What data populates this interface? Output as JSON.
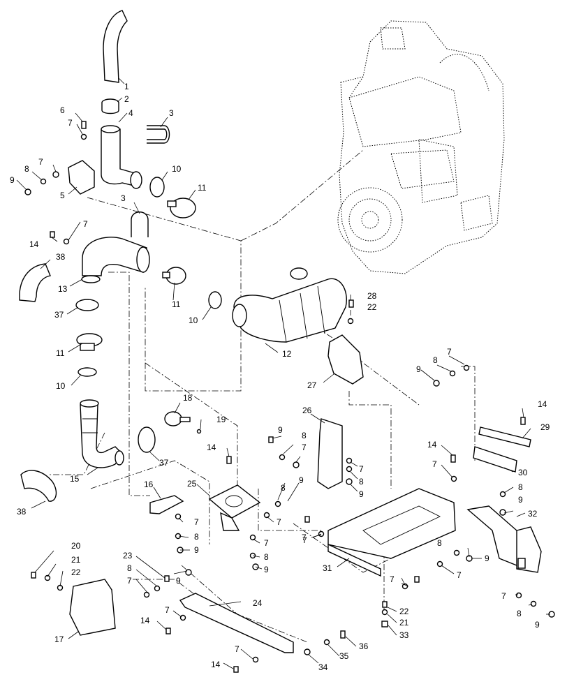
{
  "diagram": {
    "type": "exploded parts diagram",
    "callouts": [
      {
        "id": "c1",
        "text": "1"
      },
      {
        "id": "c2",
        "text": "2"
      },
      {
        "id": "c3a",
        "text": "3"
      },
      {
        "id": "c4",
        "text": "4"
      },
      {
        "id": "c6",
        "text": "6"
      },
      {
        "id": "c7a",
        "text": "7"
      },
      {
        "id": "c7b",
        "text": "7"
      },
      {
        "id": "c8a",
        "text": "8"
      },
      {
        "id": "c9a",
        "text": "9"
      },
      {
        "id": "c5",
        "text": "5"
      },
      {
        "id": "c10a",
        "text": "10"
      },
      {
        "id": "c11a",
        "text": "11"
      },
      {
        "id": "c3b",
        "text": "3"
      },
      {
        "id": "c14a",
        "text": "14"
      },
      {
        "id": "c7c",
        "text": "7"
      },
      {
        "id": "c38a",
        "text": "38"
      },
      {
        "id": "c13",
        "text": "13"
      },
      {
        "id": "c37a",
        "text": "37"
      },
      {
        "id": "c11b",
        "text": "11"
      },
      {
        "id": "c10b",
        "text": "10"
      },
      {
        "id": "c11c",
        "text": "11"
      },
      {
        "id": "c10c",
        "text": "10"
      },
      {
        "id": "c12",
        "text": "12"
      },
      {
        "id": "c28",
        "text": "28"
      },
      {
        "id": "c22a",
        "text": "22"
      },
      {
        "id": "c27",
        "text": "27"
      },
      {
        "id": "c7d",
        "text": "7"
      },
      {
        "id": "c8b",
        "text": "8"
      },
      {
        "id": "c9b",
        "text": "9"
      },
      {
        "id": "c18",
        "text": "18"
      },
      {
        "id": "c19",
        "text": "19"
      },
      {
        "id": "c37b",
        "text": "37"
      },
      {
        "id": "c15",
        "text": "15"
      },
      {
        "id": "c38b",
        "text": "38"
      },
      {
        "id": "c26",
        "text": "26"
      },
      {
        "id": "c9c",
        "text": "9"
      },
      {
        "id": "c8c",
        "text": "8"
      },
      {
        "id": "c7e",
        "text": "7"
      },
      {
        "id": "c7f",
        "text": "7"
      },
      {
        "id": "c8d",
        "text": "8"
      },
      {
        "id": "c9d",
        "text": "9"
      },
      {
        "id": "c14b",
        "text": "14"
      },
      {
        "id": "c29",
        "text": "29"
      },
      {
        "id": "c14c",
        "text": "14"
      },
      {
        "id": "c7g",
        "text": "7"
      },
      {
        "id": "c30",
        "text": "30"
      },
      {
        "id": "c8e",
        "text": "8"
      },
      {
        "id": "c9e",
        "text": "9"
      },
      {
        "id": "c32",
        "text": "32"
      },
      {
        "id": "c14d",
        "text": "14"
      },
      {
        "id": "c16",
        "text": "16"
      },
      {
        "id": "c25",
        "text": "25"
      },
      {
        "id": "c8f",
        "text": "8"
      },
      {
        "id": "c9f",
        "text": "9"
      },
      {
        "id": "c7h",
        "text": "7"
      },
      {
        "id": "c7i",
        "text": "7"
      },
      {
        "id": "c8g",
        "text": "8"
      },
      {
        "id": "c9g",
        "text": "9"
      },
      {
        "id": "c7j",
        "text": "7"
      },
      {
        "id": "c8h",
        "text": "8"
      },
      {
        "id": "c9h",
        "text": "9"
      },
      {
        "id": "c7k",
        "text": "7"
      },
      {
        "id": "c31",
        "text": "31"
      },
      {
        "id": "c8i",
        "text": "8"
      },
      {
        "id": "c9i",
        "text": "9"
      },
      {
        "id": "c7l",
        "text": "7"
      },
      {
        "id": "c7m",
        "text": "7"
      },
      {
        "id": "c20",
        "text": "20"
      },
      {
        "id": "c21a",
        "text": "21"
      },
      {
        "id": "c22b",
        "text": "22"
      },
      {
        "id": "c23",
        "text": "23"
      },
      {
        "id": "c8j",
        "text": "8"
      },
      {
        "id": "c7n",
        "text": "7"
      },
      {
        "id": "c9j",
        "text": "9"
      },
      {
        "id": "c24",
        "text": "24"
      },
      {
        "id": "c17",
        "text": "17"
      },
      {
        "id": "c14e",
        "text": "14"
      },
      {
        "id": "c7o",
        "text": "7"
      },
      {
        "id": "c22c",
        "text": "22"
      },
      {
        "id": "c21b",
        "text": "21"
      },
      {
        "id": "c33",
        "text": "33"
      },
      {
        "id": "c7p",
        "text": "7"
      },
      {
        "id": "c8k",
        "text": "8"
      },
      {
        "id": "c9k",
        "text": "9"
      },
      {
        "id": "c7q",
        "text": "7"
      },
      {
        "id": "c36",
        "text": "36"
      },
      {
        "id": "c35",
        "text": "35"
      },
      {
        "id": "c34",
        "text": "34"
      },
      {
        "id": "c14f",
        "text": "14"
      },
      {
        "id": "c7r",
        "text": "7"
      },
      {
        "id": "c8l",
        "text": "8"
      },
      {
        "id": "c7s",
        "text": "7"
      },
      {
        "id": "c9l",
        "text": "9"
      }
    ]
  }
}
